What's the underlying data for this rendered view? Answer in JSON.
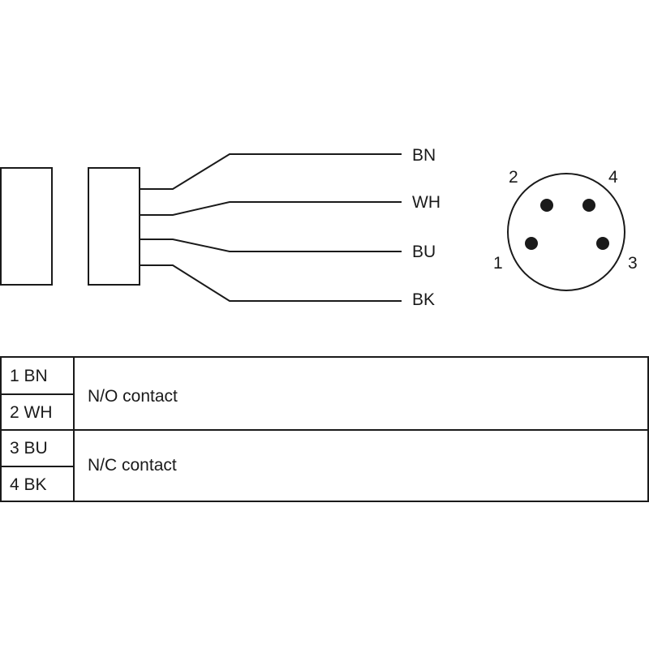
{
  "wires": [
    {
      "label": "BN"
    },
    {
      "label": "WH"
    },
    {
      "label": "BU"
    },
    {
      "label": "BK"
    }
  ],
  "connector": {
    "pins": [
      {
        "number": "1"
      },
      {
        "number": "2"
      },
      {
        "number": "3"
      },
      {
        "number": "4"
      }
    ]
  },
  "table": {
    "groups": [
      {
        "rows": [
          {
            "label": "1 BN"
          },
          {
            "label": "2 WH"
          }
        ],
        "description": "N/O contact"
      },
      {
        "rows": [
          {
            "label": "3 BU"
          },
          {
            "label": "4 BK"
          }
        ],
        "description": "N/C contact"
      }
    ]
  }
}
